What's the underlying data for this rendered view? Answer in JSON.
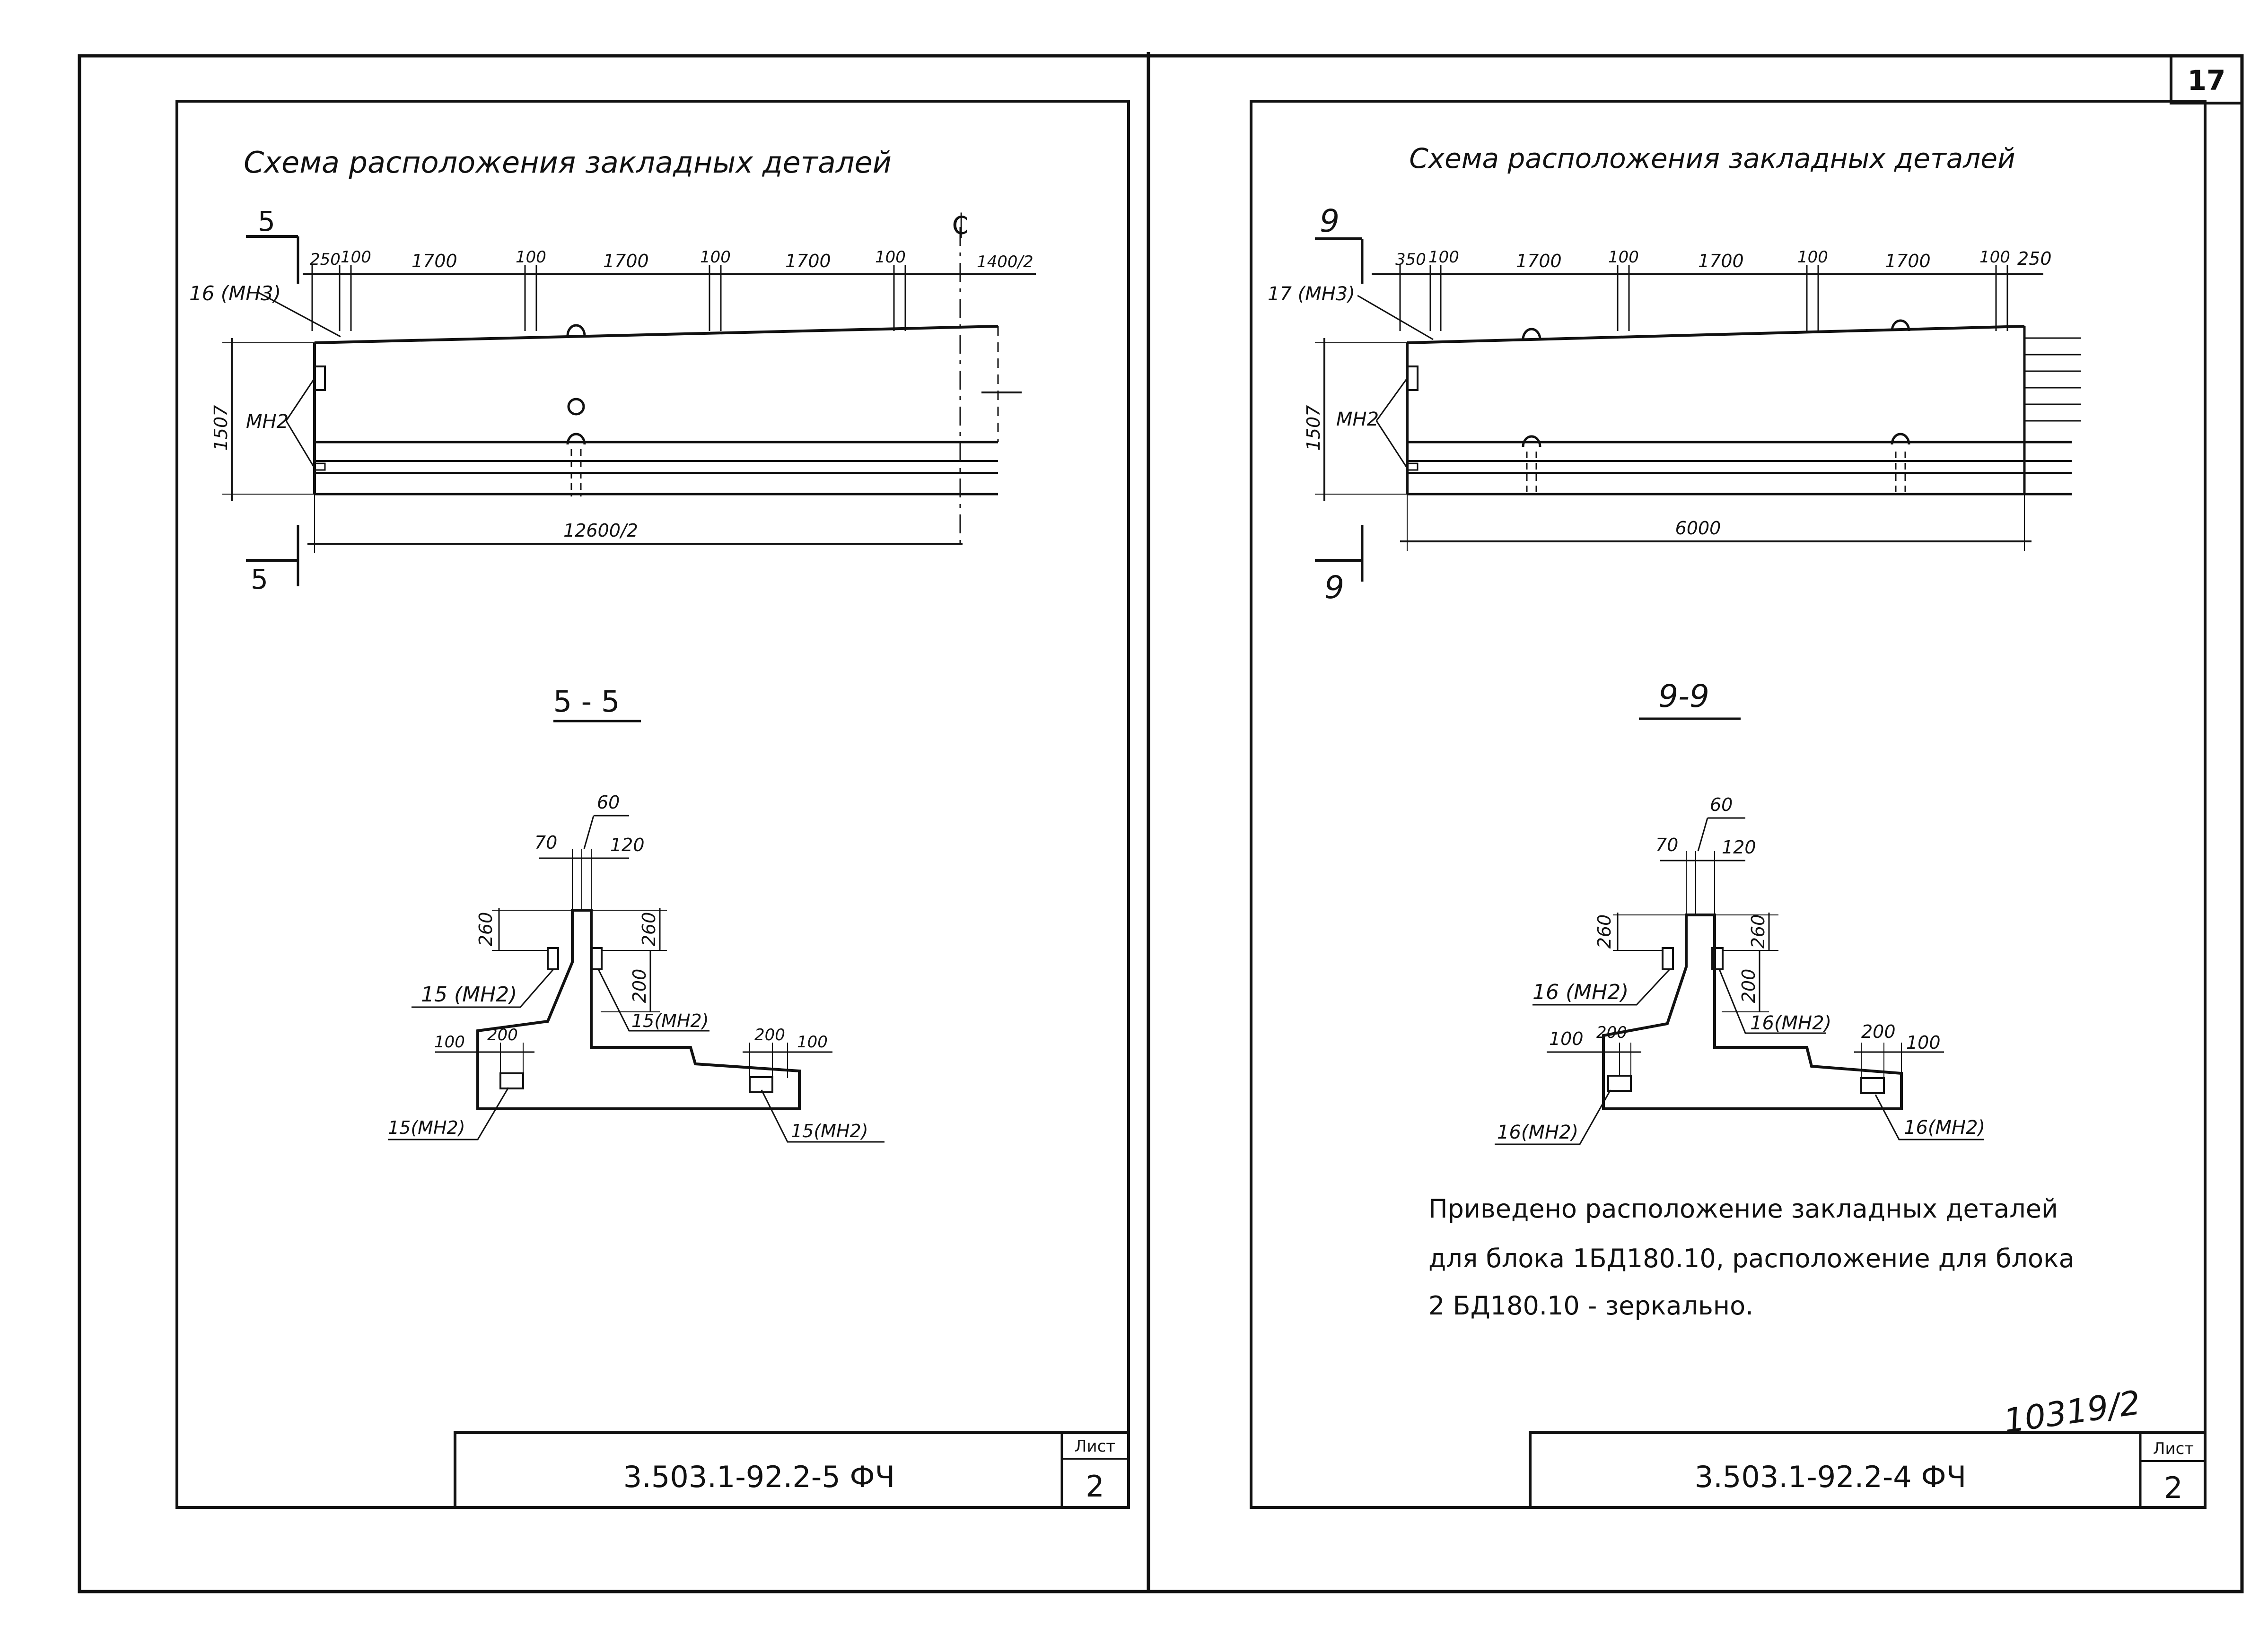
{
  "page_number": "17",
  "left_sheet": {
    "title": "Схема расположения закладных деталей",
    "section_mark": "5",
    "section_title": "5 - 5",
    "plan_dims": [
      "250",
      "100",
      "1700",
      "100",
      "1700",
      "100",
      "1700",
      "100",
      "1400/2"
    ],
    "axis_symbol": "₵",
    "label_top_part": "16 (МН3)",
    "label_side_parts": "МН2",
    "height_dim": "1507",
    "length_dim": "12600/2",
    "sec_dims": {
      "d60": "60",
      "d70": "70",
      "d120": "120",
      "d260a": "260",
      "d260b": "260",
      "d200v": "200",
      "d100l": "100",
      "d200l": "200",
      "d200r": "200",
      "d100r": "100"
    },
    "sec_labels": {
      "upper_left": "15 (МН2)",
      "upper_right": "15(МН2)",
      "lower_left": "15(МН2)",
      "lower_right": "15(МН2)"
    },
    "stamp": {
      "code": "3.503.1-92.2-5 ФЧ",
      "sheet_label": "Лист",
      "sheet_no": "2"
    }
  },
  "right_sheet": {
    "title": "Схема расположения закладных деталей",
    "section_mark": "9",
    "section_title": "9-9",
    "plan_dims": [
      "350",
      "100",
      "1700",
      "100",
      "1700",
      "100",
      "1700",
      "100",
      "250"
    ],
    "label_top_part": "17 (МН3)",
    "label_side_parts": "МН2",
    "height_dim": "1507",
    "length_dim": "6000",
    "sec_dims": {
      "d60": "60",
      "d70": "70",
      "d120": "120",
      "d260a": "260",
      "d260b": "260",
      "d200v": "200",
      "d100l": "100",
      "d200l": "200",
      "d200r": "200",
      "d100r": "100"
    },
    "sec_labels": {
      "upper_left": "16 (МН2)",
      "upper_right": "16(МН2)",
      "lower_left": "16(МН2)",
      "lower_right": "16(МН2)"
    },
    "note_lines": [
      "Приведено расположение закладных деталей",
      "для блока 1БД180.10, расположение для блока",
      "2 БД180.10 - зеркально."
    ],
    "handwritten_number": "10319/2",
    "stamp": {
      "code": "3.503.1-92.2-4 ФЧ",
      "sheet_label": "Лист",
      "sheet_no": "2"
    }
  }
}
